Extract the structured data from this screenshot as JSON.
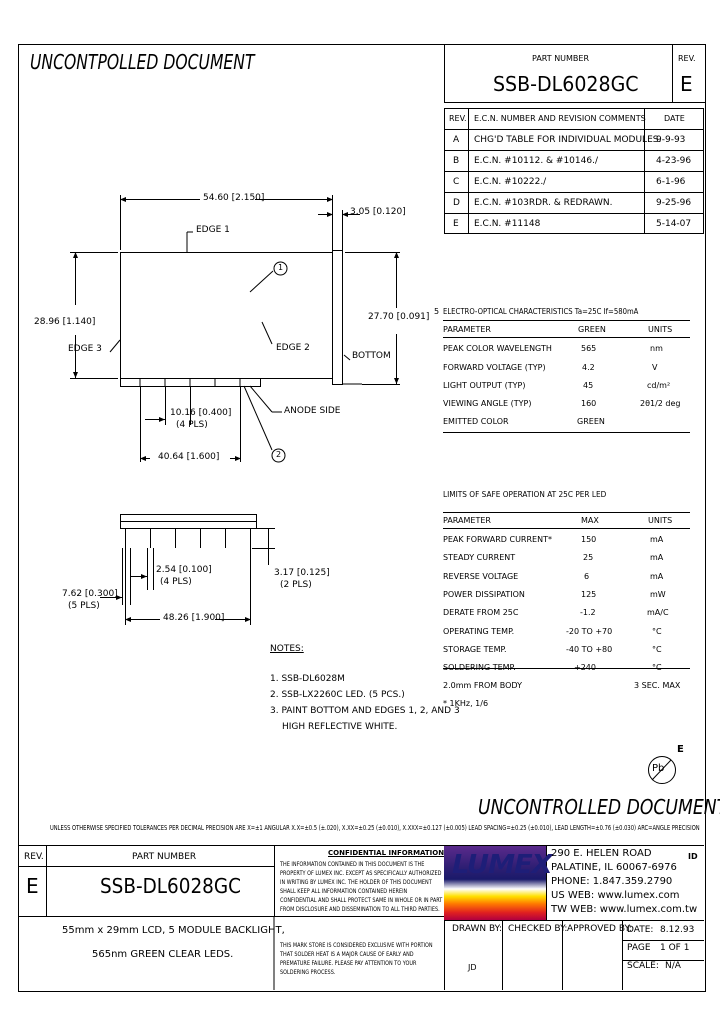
{
  "header": {
    "watermark_top": "UNCONTPOLLED DOCUMENT",
    "part_number_label": "PART NUMBER",
    "part_number": "SSB-DL6028GC",
    "rev_label": "REV.",
    "rev": "E"
  },
  "revision_table": {
    "headers": [
      "REV.",
      "E.C.N. NUMBER AND REVISION COMMENTS",
      "DATE"
    ],
    "rows": [
      {
        "rev": "A",
        "comment": "CHG'D TABLE FOR INDIVIDUAL MODULES.",
        "date": "9-9-93"
      },
      {
        "rev": "B",
        "comment": "E.C.N. #10112. & #10146./",
        "date": "4-23-96"
      },
      {
        "rev": "C",
        "comment": "E.C.N. #10222./",
        "date": "6-1-96"
      },
      {
        "rev": "D",
        "comment": "E.C.N. #103RDR. & REDRAWN.",
        "date": "9-25-96"
      },
      {
        "rev": "E",
        "comment": "E.C.N. #11148",
        "date": "5-14-07"
      }
    ]
  },
  "drawing": {
    "dim_width": "54.60 [2.150]",
    "dim_top_right": "3.05 [0.120]",
    "dim_height_left": "28.96 [1.140]",
    "dim_height_right": "27.70 [0.091]",
    "edge1": "EDGE 1",
    "edge2": "EDGE 2",
    "edge3": "EDGE 3",
    "bottom": "BOTTOM",
    "anode_side": "ANODE SIDE",
    "callout1": "1",
    "callout2": "2",
    "dim_pitch_a": "10.16 [0.400]",
    "dim_pitch_a_count": "(4 PLS)",
    "dim_span": "40.64 [1.600]",
    "dim_pin_pitch": "2.54 [0.100]",
    "dim_pin_pitch_count": "(4 PLS)",
    "dim_left_pitch": "7.62 [0.300]",
    "dim_left_pitch_count": "(5 PLS)",
    "dim_pin_len": "3.17 [0.125]",
    "dim_pin_len_count": "(2 PLS)",
    "dim_total": "48.26 [1.900]"
  },
  "notes": {
    "title": "NOTES:",
    "items": [
      "1. SSB-DL6028M",
      "2. SSB-LX2260C LED. (5 PCS.)",
      "3. PAINT BOTTOM AND EDGES 1, 2, AND 3",
      "HIGH REFLECTIVE WHITE."
    ]
  },
  "eo_table": {
    "title": "ELECTRO-OPTICAL CHARACTERISTICS Ta=25C  If=580mA",
    "prefix": "5",
    "headers": [
      "PARAMETER",
      "GREEN",
      "UNITS"
    ],
    "rows": [
      [
        "PEAK COLOR WAVELENGTH",
        "565",
        "nm"
      ],
      [
        "FORWARD VOLTAGE (TYP)",
        "4.2",
        "V"
      ],
      [
        "LIGHT OUTPUT (TYP)",
        "45",
        "cd/m²"
      ],
      [
        "VIEWING ANGLE (TYP)",
        "160",
        "2θ1/2 deg"
      ],
      [
        "EMITTED COLOR",
        "GREEN",
        ""
      ]
    ]
  },
  "safe_table": {
    "title": "LIMITS OF SAFE OPERATION AT 25C PER LED",
    "headers": [
      "PARAMETER",
      "MAX",
      "UNITS"
    ],
    "rows": [
      [
        "PEAK FORWARD CURRENT*",
        "150",
        "mA"
      ],
      [
        "STEADY CURRENT",
        "25",
        "mA"
      ],
      [
        "REVERSE VOLTAGE",
        "6",
        "mA"
      ],
      [
        "POWER DISSIPATION",
        "125",
        "mW"
      ],
      [
        "DERATE FROM 25C",
        "-1.2",
        "mA/C"
      ],
      [
        "OPERATING TEMP.",
        "-20 TO +70",
        "°C"
      ],
      [
        "STORAGE TEMP.",
        "-40 TO +80",
        "°C"
      ],
      [
        "SOLDERING TEMP.",
        "+240",
        "°C"
      ],
      [
        "2.0mm FROM BODY",
        "",
        "3 SEC. MAX"
      ]
    ],
    "footnote": "* 1KHz, 1/6"
  },
  "marks": {
    "e_mark": "E",
    "pb": "Pb"
  },
  "watermark_bottom": "UNCONTROLLED DOCUMENT",
  "tolerance_note": "UNLESS OTHERWISE SPECIFIED TOLERANCES PER DECIMAL PRECISION ARE X=±1 ANGULAR X.X=±0.5 (±.020), X.XX=±0.25 (±0.010), X.XXX=±0.127 (±0.005)  LEAD SPACING=±0.25 (±0.010), LEAD LENGTH=±0.76 (±0.030)  ARC=ANGLE PRECISION",
  "title_block": {
    "rev_label": "REV.",
    "rev": "E",
    "part_number_label": "PART NUMBER",
    "part_number": "SSB-DL6028GC",
    "confidential_title": "CONFIDENTIAL INFORMATION",
    "confidential_text": "THE INFORMATION CONTAINED IN THIS DOCUMENT IS THE PROPERTY OF LUMEX INC. EXCEPT AS SPECIFICALLY AUTHORIZED IN WRITING BY LUMEX INC. THE HOLDER OF THIS DOCUMENT SHALL KEEP ALL INFORMATION CONTAINED HEREIN CONFIDENTIAL AND SHALL PROTECT SAME IN WHOLE OR IN PART FROM DISCLOSURE AND DISSEMINATION TO ALL THIRD PARTIES.",
    "logo_text": "LUMEX",
    "address": [
      "290 E. HELEN ROAD",
      "PALATINE, IL 60067-6976",
      "PHONE: 1.847.359.2790",
      "US WEB: www.lumex.com",
      "TW WEB: www.lumex.com.tw"
    ],
    "description": [
      "55mm x 29mm LCD, 5 MODULE BACKLIGHT,",
      "565nm GREEN CLEAR LEDS."
    ],
    "warning": "THIS MARK STORE IS CONSIDERED EXCLUSIVE WITH PORTION THAT SOLDER HEAT IS A MAJOR CAUSE OF EARLY AND PREMATURE FAILURE. PLEASE PAY ATTENTION TO YOUR SOLDERING PROCESS.",
    "drawn_by_label": "DRAWN BY:",
    "drawn_by": "JD",
    "checked_by_label": "CHECKED BY:",
    "approved_by_label": "APPROVED BY:",
    "date_label": "DATE:",
    "date": "8.12.93",
    "page_label": "PAGE",
    "page": "1 OF 1",
    "scale_label": "SCALE:",
    "scale": "N/A",
    "id_mark": "ID"
  }
}
